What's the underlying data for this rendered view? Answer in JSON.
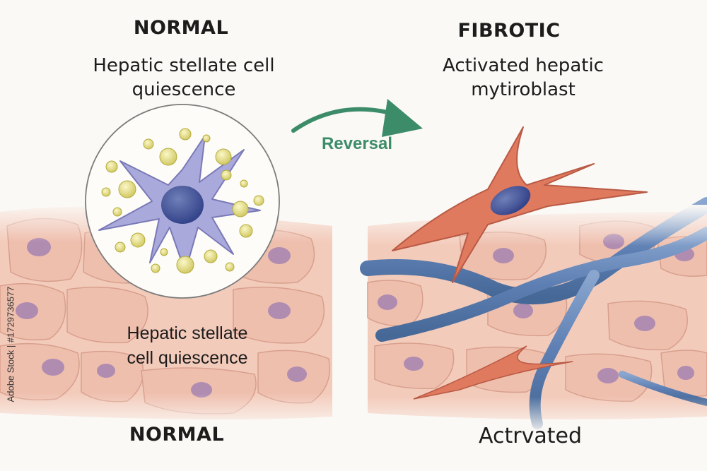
{
  "left_panel": {
    "title": "NORMAL",
    "subtitle_line1": "Hepatic stellate cell",
    "subtitle_line2": "quiescence",
    "inner_label_line1": "Hepatic stellate",
    "inner_label_line2": "cell quiescence",
    "bottom_label": "NORMAL"
  },
  "right_panel": {
    "title": "FIBROTIC",
    "subtitle_line1": "Activated hepatic",
    "subtitle_line2": "mytiroblast",
    "bottom_label": "Actrvated"
  },
  "arrow": {
    "label": "Reversal",
    "color": "#3d8c69"
  },
  "watermark_id": "Adobe Stock | #1729736577",
  "colors": {
    "tissue": "#f1c8b8",
    "nucleus": "#9a7db2",
    "stellate_cell": "#a7a9da",
    "lipid_droplet": "#e8e49a",
    "myofibroblast": "#e07a5f",
    "collagen_fiber": "#6f90bd"
  }
}
